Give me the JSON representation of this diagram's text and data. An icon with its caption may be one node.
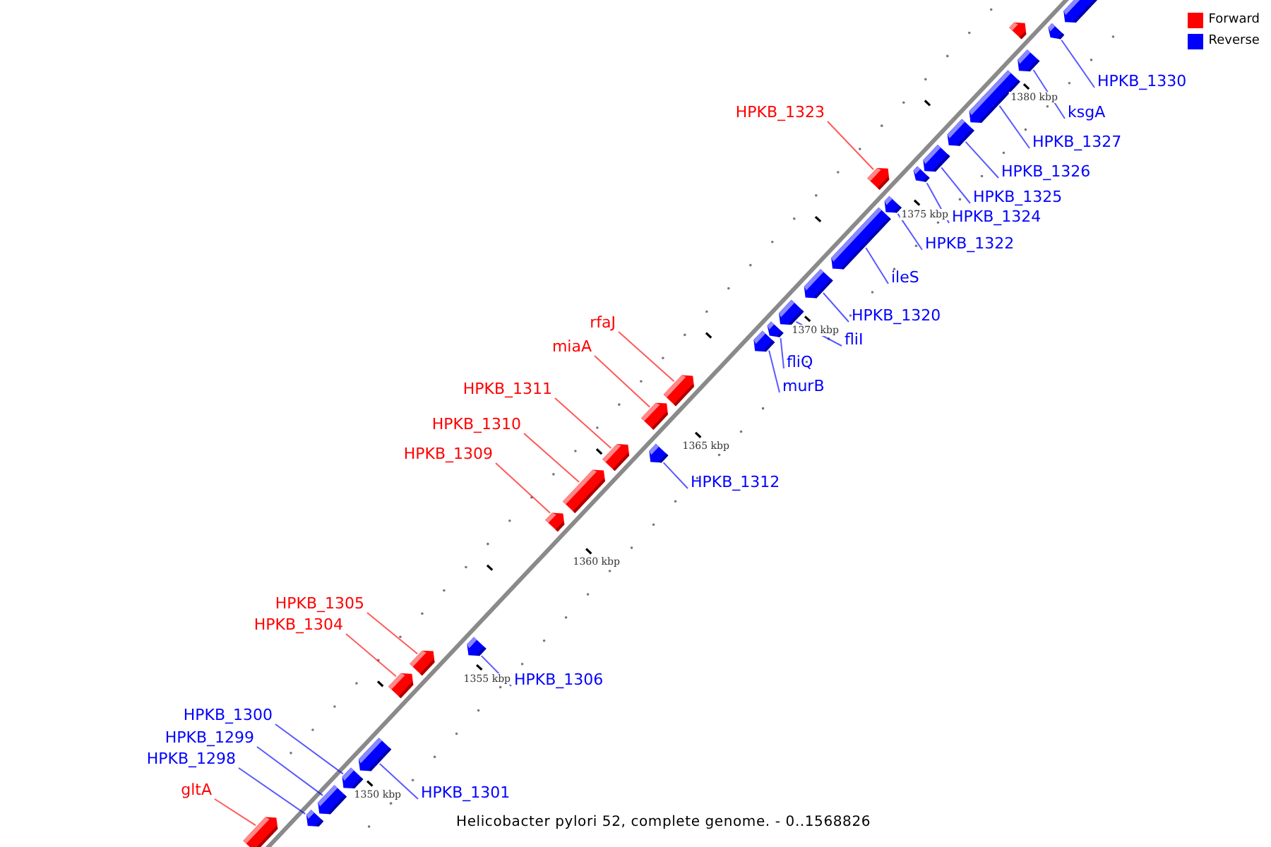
{
  "diagram": {
    "caption": "Helicobacter pylori 52, complete genome. - 0..1568826",
    "nodes": [
      {
        "text": [
          "HPKB_1330"
        ]
      },
      {
        "text": [
          "HPKB_1323"
        ]
      },
      {
        "text": [
          "ksgA"
        ]
      },
      {
        "text": [
          "HPKB_1327"
        ]
      },
      {
        "text": [
          "HPKB_1326"
        ]
      },
      {
        "text": [
          "HPKB_1325"
        ]
      },
      {
        "text": [
          "HPKB_1324"
        ]
      },
      {
        "text": [
          "HPKB_1322"
        ]
      },
      {
        "text": [
          "ileS"
        ]
      },
      {
        "text": [
          "HPKB_1320"
        ]
      },
      {
        "text": [
          "rfaJ"
        ]
      },
      {
        "text": [
          "fliI"
        ]
      },
      {
        "text": [
          "miaA"
        ]
      },
      {
        "text": [
          "fliQ"
        ]
      },
      {
        "text": [
          "murB"
        ]
      },
      {
        "text": [
          "HPKB_1311"
        ]
      },
      {
        "text": [
          "HPKB_1310"
        ]
      },
      {
        "text": [
          "HPKB_1309"
        ]
      },
      {
        "text": [
          "HPKB_1312"
        ]
      },
      {
        "text": [
          "HPKB_1305"
        ]
      },
      {
        "text": [
          "HPKB_1304"
        ]
      },
      {
        "text": [
          "HPKB_1306"
        ]
      },
      {
        "text": [
          "HPKB_1300"
        ]
      },
      {
        "text": [
          "HPKB_1299"
        ]
      },
      {
        "text": [
          "HPKB_1298"
        ]
      },
      {
        "text": [
          "gltA"
        ]
      },
      {
        "text": [
          "HPKB_1301"
        ]
      },
      {
        "text": [],
        "shape": "box"
      },
      {
        "text": [],
        "shape": "box"
      },
      {
        "text": [],
        "shape": "box"
      },
      {
        "text": [],
        "shape": "box"
      },
      {
        "text": [],
        "shape": "box"
      },
      {
        "text": [],
        "shape": "box"
      },
      {
        "text": [],
        "shape": "box"
      },
      {
        "text": [],
        "shape": "box"
      },
      {
        "text": [],
        "shape": "box"
      },
      {
        "text": [],
        "shape": "box"
      },
      {
        "text": [],
        "shape": "box"
      },
      {
        "text": [],
        "shape": "box"
      },
      {
        "text": [],
        "shape": "box"
      },
      {
        "text": [],
        "shape": "box"
      },
      {
        "text": [],
        "shape": "box"
      },
      {
        "text": [],
        "shape": "box"
      },
      {
        "text": [],
        "shape": "box"
      },
      {
        "text": [],
        "shape": "box"
      },
      {
        "text": [],
        "shape": "box"
      },
      {
        "text": [],
        "shape": "box"
      },
      {
        "text": [],
        "shape": "box"
      },
      {
        "text": [],
        "shape": "box"
      },
      {
        "text": [],
        "shape": "box"
      },
      {
        "text": [],
        "shape": "box"
      },
      {
        "text": [],
        "shape": "box"
      },
      {
        "text": [],
        "shape": "box"
      },
      {
        "text": [],
        "shape": "box"
      },
      {
        "text": [],
        "shape": "box"
      },
      {
        "text": [],
        "shape": "box"
      }
    ],
    "edges": [
      {
        "from": 0,
        "to": 28,
        "arrow": "none"
      },
      {
        "from": 1,
        "to": 35,
        "arrow": "none",
        "color": "#ff0000"
      },
      {
        "from": 2,
        "to": 30,
        "arrow": "none"
      },
      {
        "from": 3,
        "to": 31,
        "arrow": "none"
      },
      {
        "from": 4,
        "to": 32,
        "arrow": "none"
      },
      {
        "from": 5,
        "to": 33,
        "arrow": "none"
      },
      {
        "from": 6,
        "to": 34,
        "arrow": "none"
      },
      {
        "from": 7,
        "to": 36,
        "arrow": "none"
      },
      {
        "from": 8,
        "to": 37,
        "arrow": "none"
      },
      {
        "from": 9,
        "to": 38,
        "arrow": "none"
      },
      {
        "from": 10,
        "to": 42,
        "arrow": "none",
        "color": "#ff0000"
      },
      {
        "from": 11,
        "to": 39,
        "arrow": "none"
      },
      {
        "from": 12,
        "to": 43,
        "arrow": "none",
        "color": "#ff0000"
      },
      {
        "from": 13,
        "to": 40,
        "arrow": "none"
      },
      {
        "from": 14,
        "to": 41,
        "arrow": "none"
      },
      {
        "from": 15,
        "to": 45,
        "arrow": "none",
        "color": "#ff0000"
      },
      {
        "from": 16,
        "to": 46,
        "arrow": "none",
        "color": "#ff0000"
      },
      {
        "from": 17,
        "to": 47,
        "arrow": "none",
        "color": "#ff0000"
      },
      {
        "from": 18,
        "to": 44,
        "arrow": "none"
      },
      {
        "from": 19,
        "to": 49,
        "arrow": "none",
        "color": "#ff0000"
      },
      {
        "from": 20,
        "to": 50,
        "arrow": "none",
        "color": "#ff0000"
      },
      {
        "from": 21,
        "to": 48,
        "arrow": "none"
      },
      {
        "from": 22,
        "to": 52,
        "arrow": "none"
      },
      {
        "from": 23,
        "to": 53,
        "arrow": "none"
      },
      {
        "from": 24,
        "to": 54,
        "arrow": "none"
      },
      {
        "from": 25,
        "to": 55,
        "arrow": "none",
        "color": "#ff0000"
      },
      {
        "from": 26,
        "to": 51,
        "arrow": "none"
      }
    ],
    "labels": [
      "1350 kbp",
      "1355 kbp",
      "1360 kbp",
      "1365 kbp",
      "1370 kbp",
      "1375 kbp",
      "1380 kbp"
    ],
    "legend": [
      {
        "text": "Forward",
        "color": "#ff0000"
      },
      {
        "text": "Reverse",
        "color": "#0000ff"
      }
    ]
  }
}
